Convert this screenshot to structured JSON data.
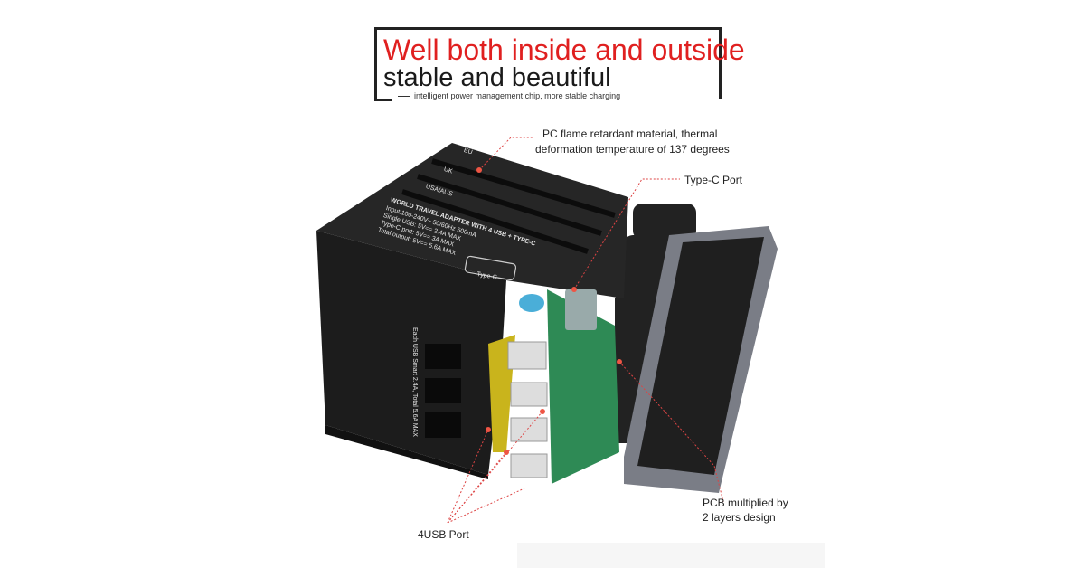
{
  "header": {
    "title_red": "Well both inside and outside",
    "title_black": "stable and beautiful",
    "subtitle": "intelligent power management chip, more stable charging"
  },
  "callouts": {
    "pc_material": "PC flame retardant material, thermal",
    "pc_material_2": "deformation temperature of 137 degrees",
    "type_c": "Type-C Port",
    "pcb": "PCB multiplied by",
    "pcb_2": "2 layers design",
    "usb": "4USB Port"
  },
  "product_lettering": {
    "slots": [
      "EU",
      "UK",
      "USA/AUS"
    ],
    "spec_title": "WORLD TRAVEL ADAPTER WITH 4 USB + TYPE-C",
    "spec_lines": [
      "Input:100-240V~ 50/60Hz 500mA",
      "Single USB: 5V== 2.4A MAX",
      "Type-C port: 5V== 3A MAX",
      "Total output: 5V== 5.6A MAX"
    ],
    "port_label": "Type-C",
    "side_text": "Each USB Smart 2.4A, Total 5.6A MAX"
  },
  "colors": {
    "accent": "#e02020",
    "callout_line": "#d44",
    "body": "#1e1e1e",
    "pcb": "#2e8a55",
    "plate": "#7a7d86"
  }
}
